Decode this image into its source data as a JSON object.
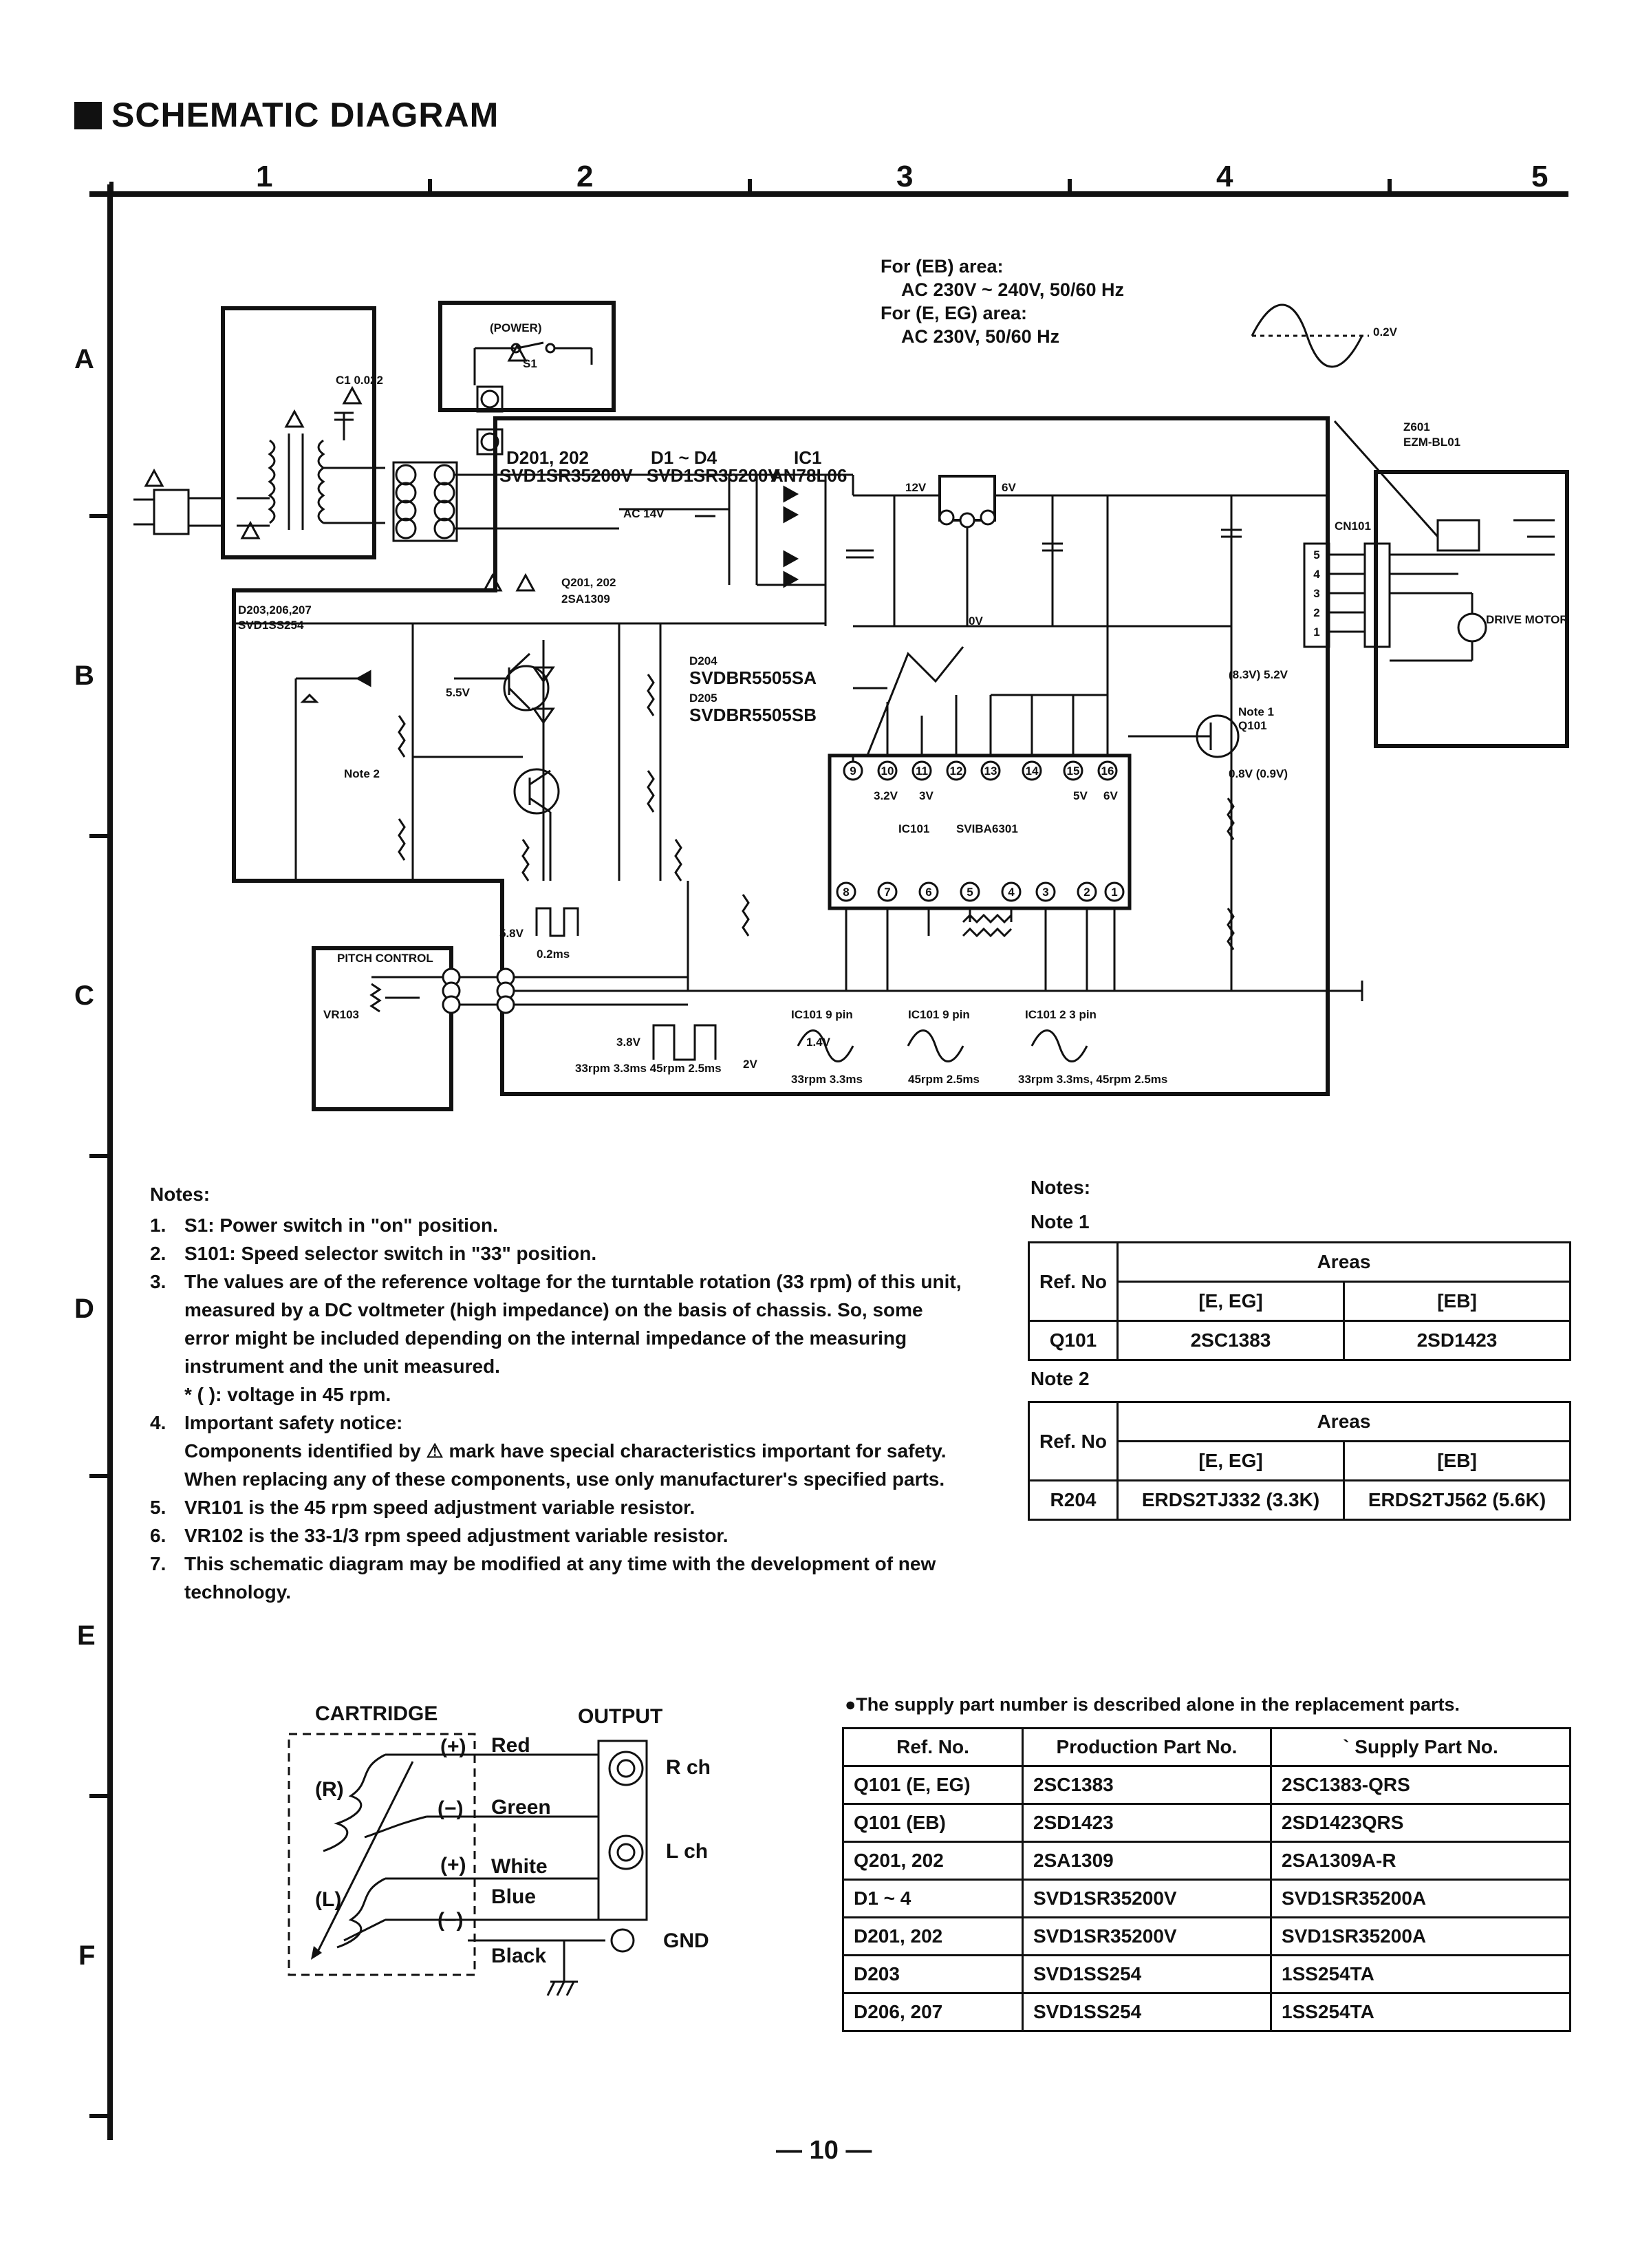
{
  "title": "SCHEMATIC DIAGRAM",
  "columns": [
    "1",
    "2",
    "3",
    "4",
    "5"
  ],
  "rows": [
    "A",
    "B",
    "C",
    "D",
    "E",
    "F"
  ],
  "areas": [
    "For (EB) area:",
    "AC 230V ~ 240V, 50/60 Hz",
    "For (E, EG) area:",
    "AC 230V, 50/60 Hz"
  ],
  "schematic_labels": {
    "power": "(POWER)",
    "s1": "S1",
    "c1": "C1 0.022",
    "d_header1": "D201, 202",
    "d_part1": "SVD1SR35200V",
    "d_header2": "D1 ~ D4",
    "d_part2": "SVD1SR35200V",
    "ic_header": "IC1",
    "ic_part": "AN78L06",
    "ac14v": "AC 14V",
    "v12": "12V",
    "v6": "6V",
    "v0": "0V",
    "q_header": "Q201, 202",
    "q_part": "2SA1309",
    "d203_header": "D203,206,207",
    "d203_part": "SVD1SS254",
    "d204": "D204",
    "d204_part": "SVDBR5505SA",
    "d205": "D205",
    "d205_part": "SVDBR5505SB",
    "q101": "Q101",
    "note1": "Note 1",
    "note2": "Note 2",
    "z601": "Z601",
    "z601_part": "EZM-BL01",
    "ic101": "IC101",
    "ic101_part": "SVIBA6301",
    "pitch": "PITCH CONTROL",
    "vr103": "VR103",
    "cn101": "CN101",
    "drive_motor": "DRIVE MOTOR",
    "v183": "(8.3V) 5.2V",
    "v08": "0.8V (0.9V)",
    "v32": "3.2V",
    "v3": "3V",
    "v5": "5V",
    "v6b": "6V",
    "v55": "5.5V",
    "v58": "5.8V",
    "v2": "2V",
    "pins_top": [
      "9",
      "10",
      "11",
      "12",
      "13",
      "14",
      "15",
      "16"
    ],
    "pins_bottom": [
      "8",
      "7",
      "6",
      "5",
      "4",
      "3",
      "2",
      "1"
    ],
    "connector_pins": [
      "1",
      "2",
      "3",
      "4",
      "5"
    ],
    "wave1": "IC101 9 pin",
    "wave2": "IC101 9 pin",
    "wave3": "IC101 2 3 pin",
    "wave_caption1": "33rpm 3.3ms 45rpm 2.5ms",
    "wave_caption2": "33rpm 3.3ms",
    "wave_caption3": "45rpm 2.5ms",
    "wave_caption4": "33rpm 3.3ms, 45rpm 2.5ms",
    "pulse_width": "0.2ms",
    "v38": "3.8V",
    "v14": "1.4V",
    "v02": "0.2V"
  },
  "notes": {
    "header": "Notes:",
    "items": [
      {
        "num": "1.",
        "text": "S1:      Power switch in \"on\" position."
      },
      {
        "num": "2.",
        "text": "S101:   Speed selector switch in \"33\" position."
      },
      {
        "num": "3.",
        "text": "The values are of the reference voltage for the turntable rotation (33 rpm) of this unit, measured by a DC voltmeter (high impedance) on the basis of chassis. So, some error might be included depending on the internal impedance of the measuring instrument and the unit measured."
      },
      {
        "num": "",
        "text": "* (          ): voltage in 45 rpm."
      },
      {
        "num": "4.",
        "text": "Important safety notice:"
      },
      {
        "num": "",
        "text": "Components identified by ⚠ mark have special characteristics important for safety. When replacing any of these components, use only manufacturer's specified parts."
      },
      {
        "num": "5.",
        "text": "VR101 is the 45 rpm speed adjustment variable resistor."
      },
      {
        "num": "6.",
        "text": "VR102 is the 33-1/3 rpm speed adjustment variable resistor."
      },
      {
        "num": "7.",
        "text": "This schematic diagram may be modified at any time with the development of new technology."
      }
    ]
  },
  "note_tables": {
    "header": "Notes:",
    "note1": {
      "label": "Note 1",
      "ref_header": "Ref. No",
      "areas_header": "Areas",
      "col1": "[E, EG]",
      "col2": "[EB]",
      "ref": "Q101",
      "v1": "2SC1383",
      "v2": "2SD1423"
    },
    "note2": {
      "label": "Note 2",
      "ref_header": "Ref. No",
      "areas_header": "Areas",
      "col1": "[E, EG]",
      "col2": "[EB]",
      "ref": "R204",
      "v1": "ERDS2TJ332 (3.3K)",
      "v2": "ERDS2TJ562 (5.6K)"
    }
  },
  "cartridge": {
    "title": "CARTRIDGE",
    "output": "OUTPUT",
    "r": "(R)",
    "l": "(L)",
    "plus1": "(+)",
    "minus1": "(−)",
    "plus2": "(+)",
    "minus2": "(−)",
    "red": "Red",
    "green": "Green",
    "white": "White",
    "blue": "Blue",
    "black": "Black",
    "rch": "R ch",
    "lch": "L ch",
    "gnd": "GND"
  },
  "supply": {
    "note": "●The supply part number is described alone in the replacement parts.",
    "headers": [
      "Ref. No.",
      "Production Part No.",
      "` Supply Part No."
    ],
    "rows": [
      [
        "Q101 (E, EG)",
        "2SC1383",
        "2SC1383-QRS"
      ],
      [
        "Q101 (EB)",
        "2SD1423",
        "2SD1423QRS"
      ],
      [
        "Q201, 202",
        "2SA1309",
        "2SA1309A-R"
      ],
      [
        "D1 ~ 4",
        "SVD1SR35200V",
        "SVD1SR35200A"
      ],
      [
        "D201, 202",
        "SVD1SR35200V",
        "SVD1SR35200A"
      ],
      [
        "D203",
        "SVD1SS254",
        "1SS254TA"
      ],
      [
        "D206, 207",
        "SVD1SS254",
        "1SS254TA"
      ]
    ]
  },
  "page_number": "— 10 —"
}
